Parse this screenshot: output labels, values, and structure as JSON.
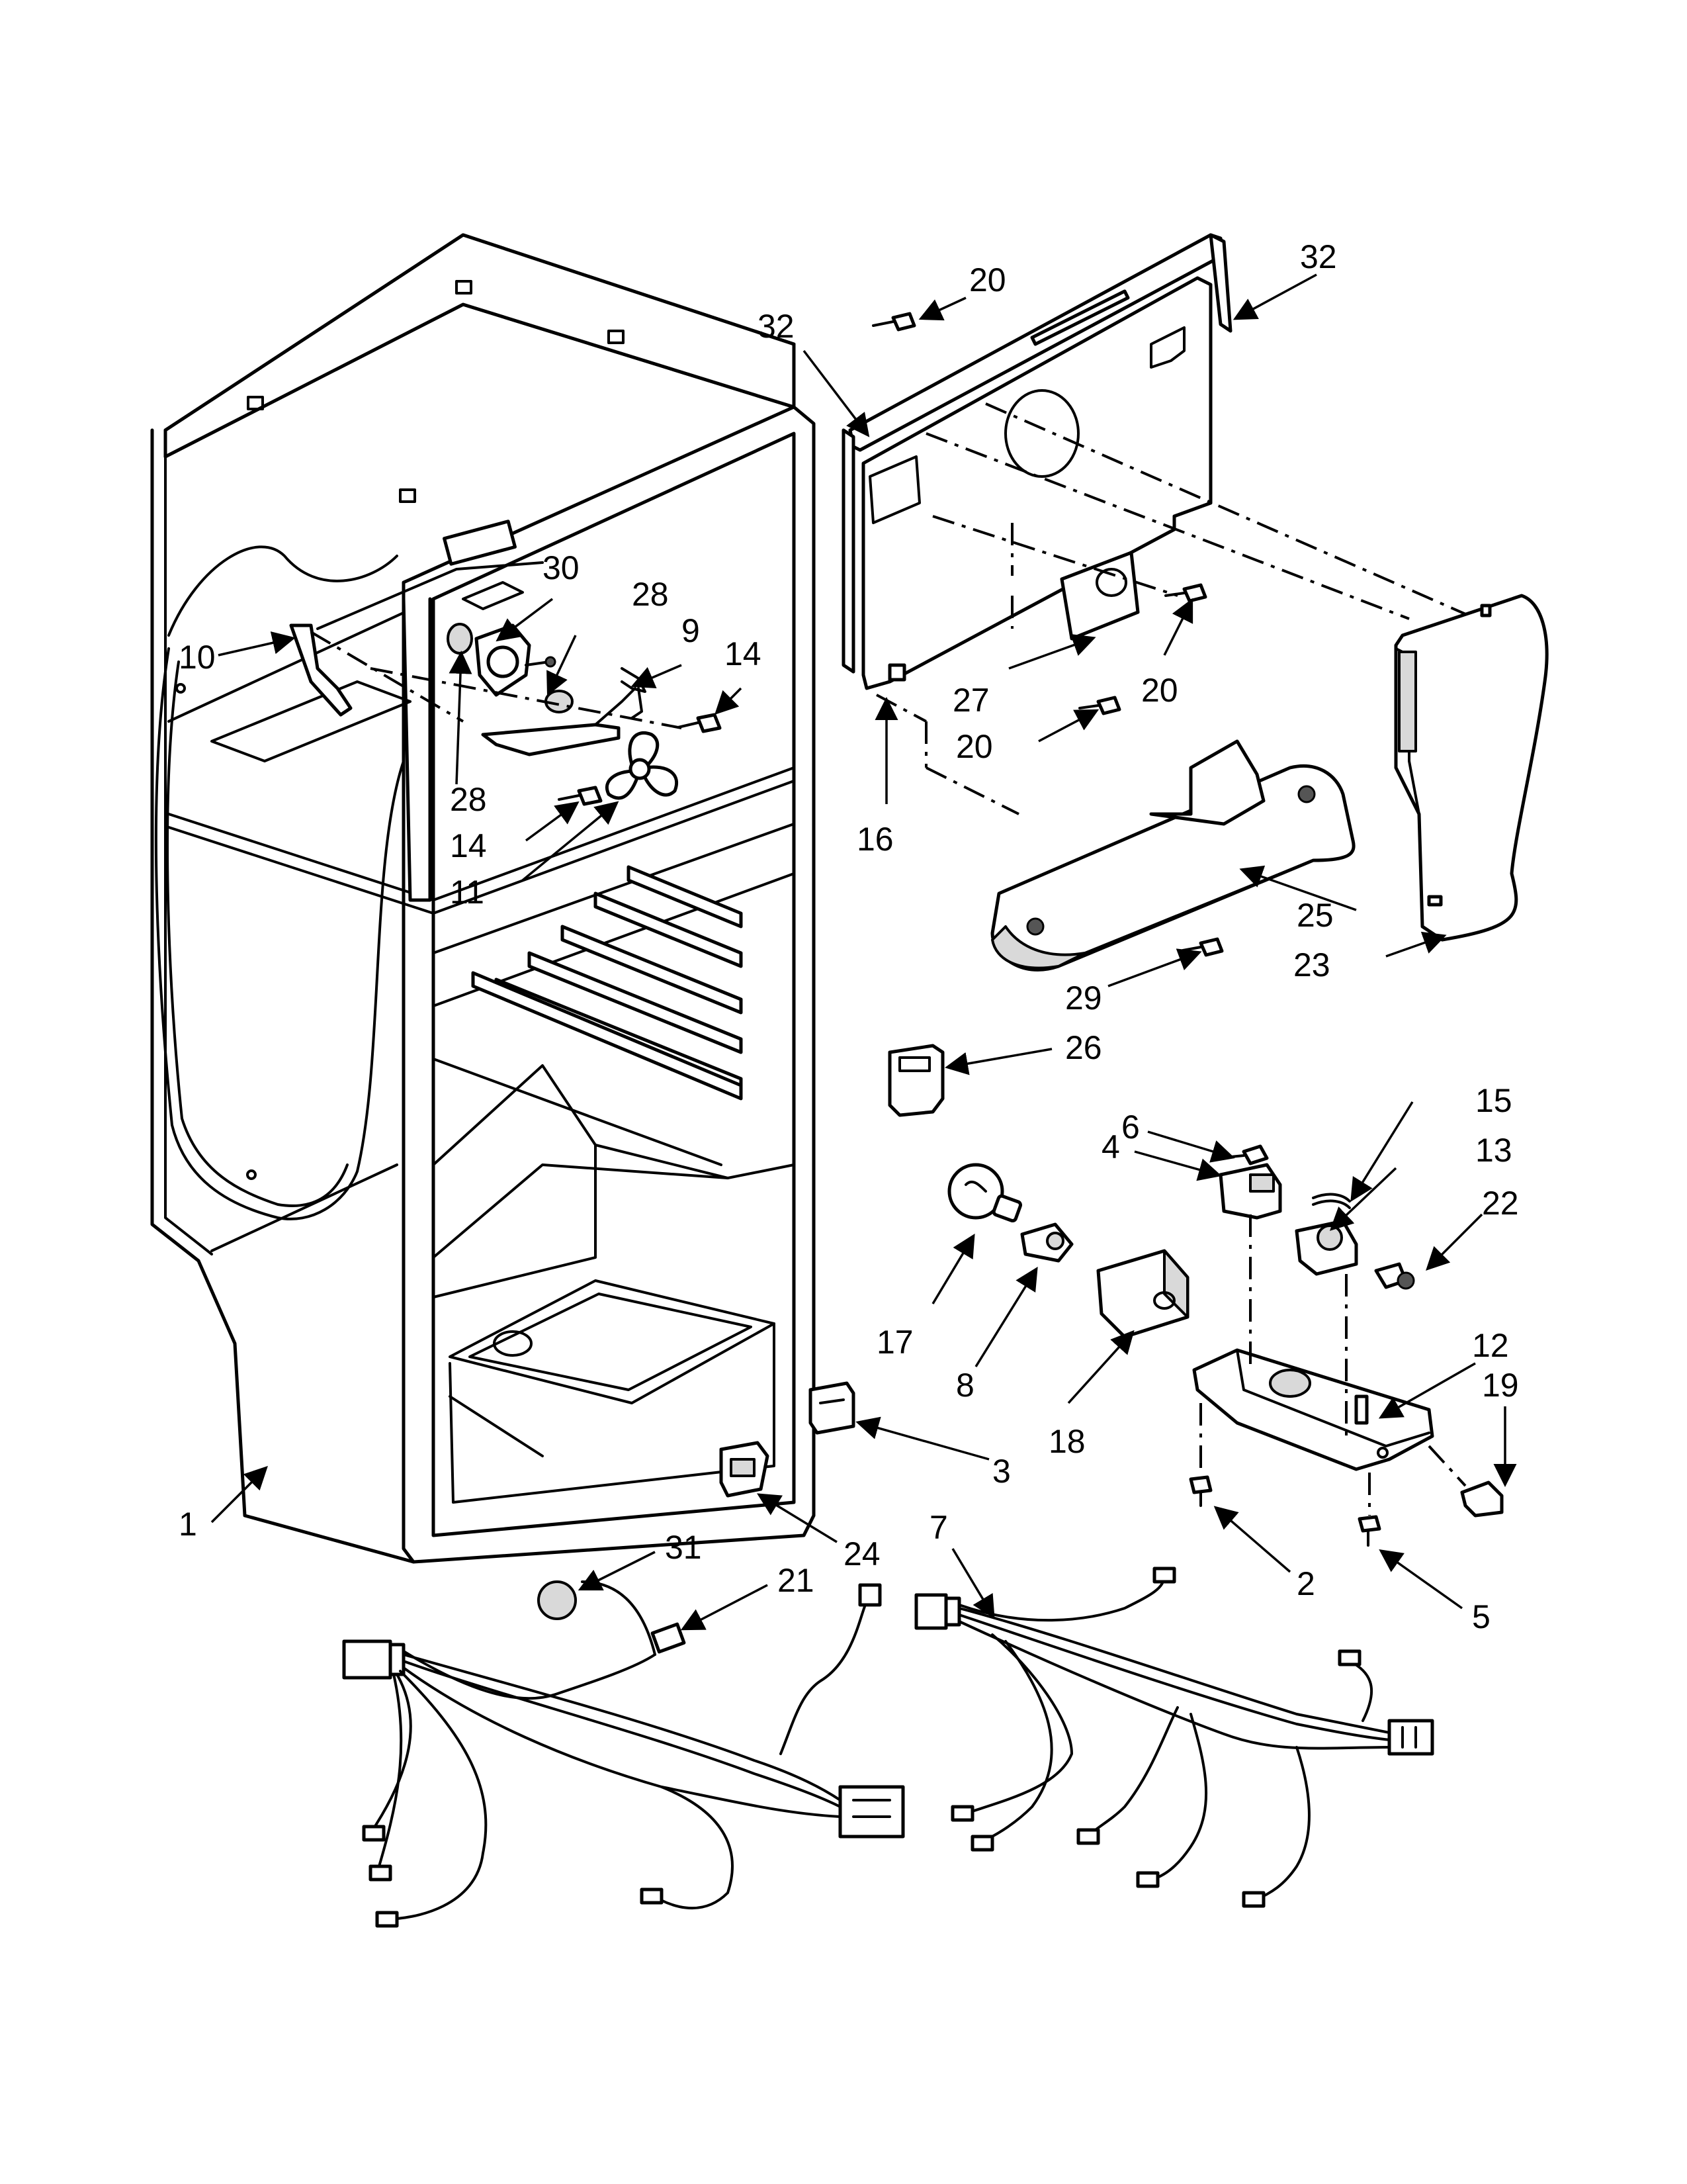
{
  "callouts": [
    {
      "id": "c1",
      "label": "1"
    },
    {
      "id": "c2",
      "label": "2"
    },
    {
      "id": "c3",
      "label": "3"
    },
    {
      "id": "c4",
      "label": "4"
    },
    {
      "id": "c5",
      "label": "5"
    },
    {
      "id": "c6",
      "label": "6"
    },
    {
      "id": "c7",
      "label": "7"
    },
    {
      "id": "c8",
      "label": "8"
    },
    {
      "id": "c9",
      "label": "9"
    },
    {
      "id": "c10",
      "label": "10"
    },
    {
      "id": "c11",
      "label": "11"
    },
    {
      "id": "c12",
      "label": "12"
    },
    {
      "id": "c13",
      "label": "13"
    },
    {
      "id": "c14a",
      "label": "14"
    },
    {
      "id": "c14b",
      "label": "14"
    },
    {
      "id": "c15",
      "label": "15"
    },
    {
      "id": "c16",
      "label": "16"
    },
    {
      "id": "c17",
      "label": "17"
    },
    {
      "id": "c18",
      "label": "18"
    },
    {
      "id": "c19",
      "label": "19"
    },
    {
      "id": "c20a",
      "label": "20"
    },
    {
      "id": "c20b",
      "label": "20"
    },
    {
      "id": "c20c",
      "label": "20"
    },
    {
      "id": "c21",
      "label": "21"
    },
    {
      "id": "c22",
      "label": "22"
    },
    {
      "id": "c23",
      "label": "23"
    },
    {
      "id": "c24",
      "label": "24"
    },
    {
      "id": "c25",
      "label": "25"
    },
    {
      "id": "c26",
      "label": "26"
    },
    {
      "id": "c27",
      "label": "27"
    },
    {
      "id": "c28a",
      "label": "28"
    },
    {
      "id": "c28b",
      "label": "28"
    },
    {
      "id": "c29",
      "label": "29"
    },
    {
      "id": "c30",
      "label": "30"
    },
    {
      "id": "c31",
      "label": "31"
    },
    {
      "id": "c32a",
      "label": "32"
    },
    {
      "id": "c32b",
      "label": "32"
    }
  ]
}
